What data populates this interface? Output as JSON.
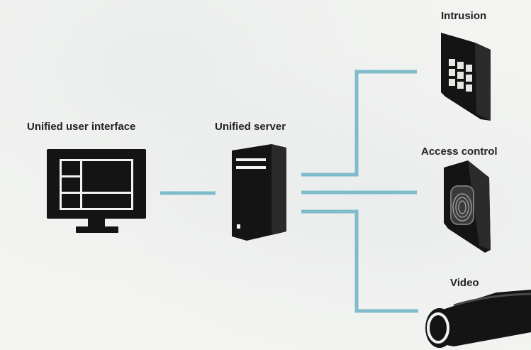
{
  "diagram": {
    "nodes": {
      "ui": {
        "label": "Unified user interface",
        "icon": "monitor-icon"
      },
      "server": {
        "label": "Unified server",
        "icon": "server-tower-icon"
      },
      "intrusion": {
        "label": "Intrusion",
        "icon": "keypad-icon"
      },
      "access": {
        "label": "Access control",
        "icon": "fingerprint-reader-icon"
      },
      "video": {
        "label": "Video",
        "icon": "camera-icon"
      }
    },
    "colors": {
      "connector": "#7fbccb",
      "device": "#141414",
      "background": "#f3f4f1"
    }
  }
}
